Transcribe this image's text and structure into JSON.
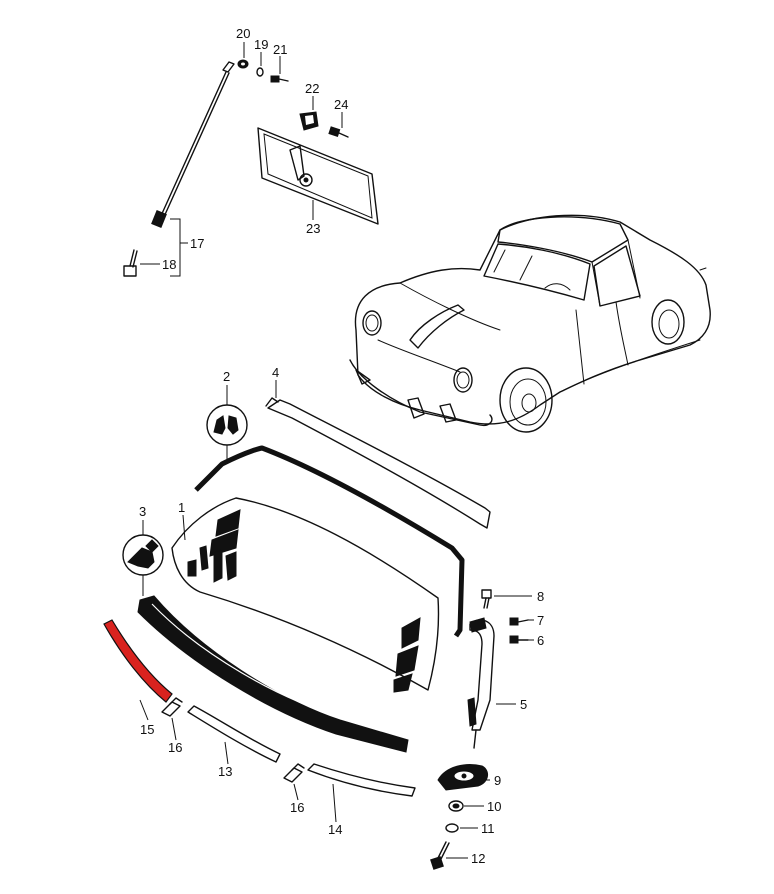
{
  "diagram": {
    "accent_color": "#d9231f",
    "line_color": "#111111",
    "labels": {
      "p1": "1",
      "p2": "2",
      "p3": "3",
      "p4": "4",
      "p5": "5",
      "p6": "6",
      "p7": "7",
      "p8": "8",
      "p9": "9",
      "p10": "10",
      "p11": "11",
      "p12": "12",
      "p13": "13",
      "p14": "14",
      "p15": "15",
      "p16a": "16",
      "p16b": "16",
      "p17": "17",
      "p18": "18",
      "p19": "19",
      "p20": "20",
      "p21": "21",
      "p22": "22",
      "p23": "23",
      "p24": "24"
    }
  }
}
